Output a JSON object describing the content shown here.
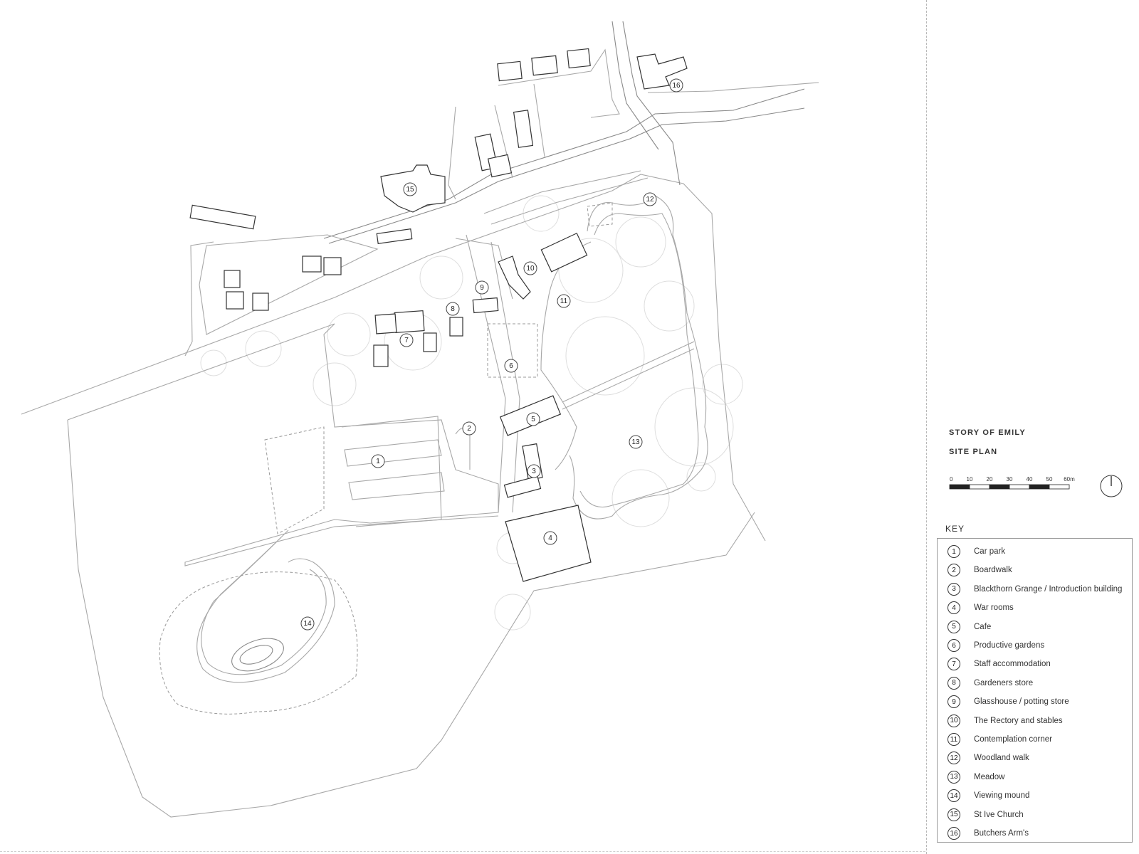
{
  "title_block": {
    "project": "STORY OF EMILY",
    "drawing": "SITE PLAN"
  },
  "scale_bar": {
    "ticks": [
      "0",
      "10",
      "20",
      "30",
      "40",
      "50",
      "60m"
    ]
  },
  "key": {
    "heading": "KEY",
    "items": [
      {
        "num": "1",
        "label": "Car park"
      },
      {
        "num": "2",
        "label": "Boardwalk"
      },
      {
        "num": "3",
        "label": "Blackthorn Grange / Introduction building"
      },
      {
        "num": "4",
        "label": "War rooms"
      },
      {
        "num": "5",
        "label": "Cafe"
      },
      {
        "num": "6",
        "label": "Productive gardens"
      },
      {
        "num": "7",
        "label": "Staff accommodation"
      },
      {
        "num": "8",
        "label": "Gardeners store"
      },
      {
        "num": "9",
        "label": "Glasshouse / potting store"
      },
      {
        "num": "10",
        "label": "The Rectory and stables"
      },
      {
        "num": "11",
        "label": "Contemplation corner"
      },
      {
        "num": "12",
        "label": "Woodland walk"
      },
      {
        "num": "13",
        "label": "Meadow"
      },
      {
        "num": "14",
        "label": "Viewing mound"
      },
      {
        "num": "15",
        "label": "St Ive Church"
      },
      {
        "num": "16",
        "label": "Butchers Arm's"
      }
    ]
  },
  "map_labels": [
    "1",
    "2",
    "3",
    "4",
    "5",
    "6",
    "7",
    "8",
    "9",
    "10",
    "11",
    "12",
    "13",
    "14",
    "15",
    "16"
  ]
}
